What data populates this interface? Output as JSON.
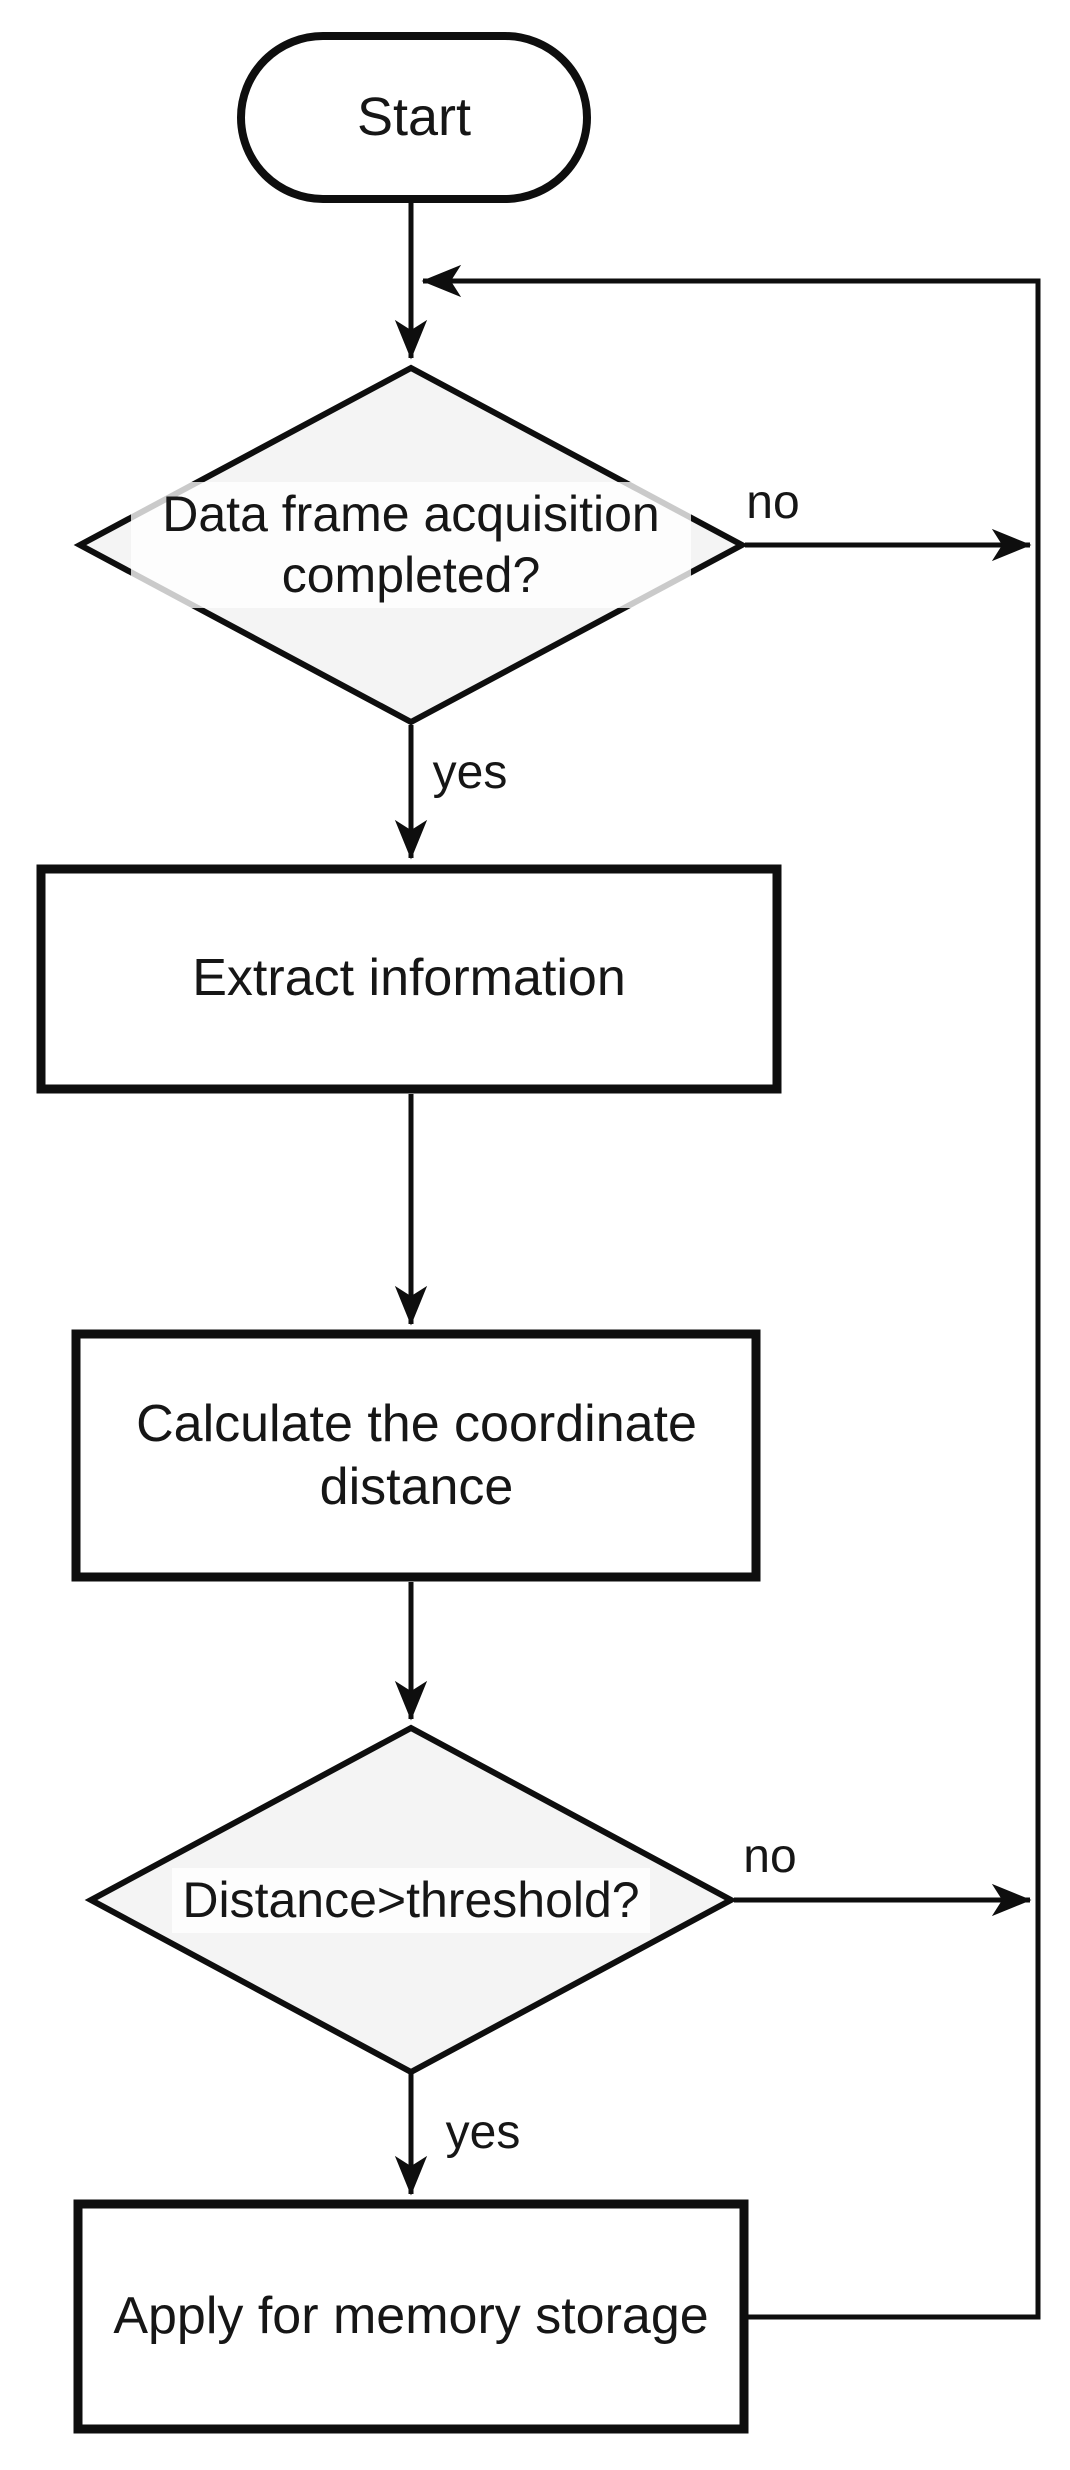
{
  "diagram": {
    "type": "flowchart",
    "nodes": {
      "start": {
        "label": "Start",
        "shape": "terminator"
      },
      "decision1": {
        "label": "Data frame acquisition completed?",
        "shape": "decision"
      },
      "process1": {
        "label": "Extract information",
        "shape": "process"
      },
      "process2": {
        "label": "Calculate the coordinate distance",
        "shape": "process"
      },
      "decision2": {
        "label": "Distance>threshold?",
        "shape": "decision"
      },
      "process3": {
        "label": "Apply for memory storage",
        "shape": "process"
      }
    },
    "edges": {
      "decision1_no_label": "no",
      "decision1_yes_label": "yes",
      "decision2_no_label": "no",
      "decision2_yes_label": "yes"
    },
    "colors": {
      "stroke": "#0e0e0e",
      "process_fill": "#ffffff",
      "decision_fill": "#f4f4f4",
      "background": "#ffffff",
      "text": "#161616"
    }
  }
}
